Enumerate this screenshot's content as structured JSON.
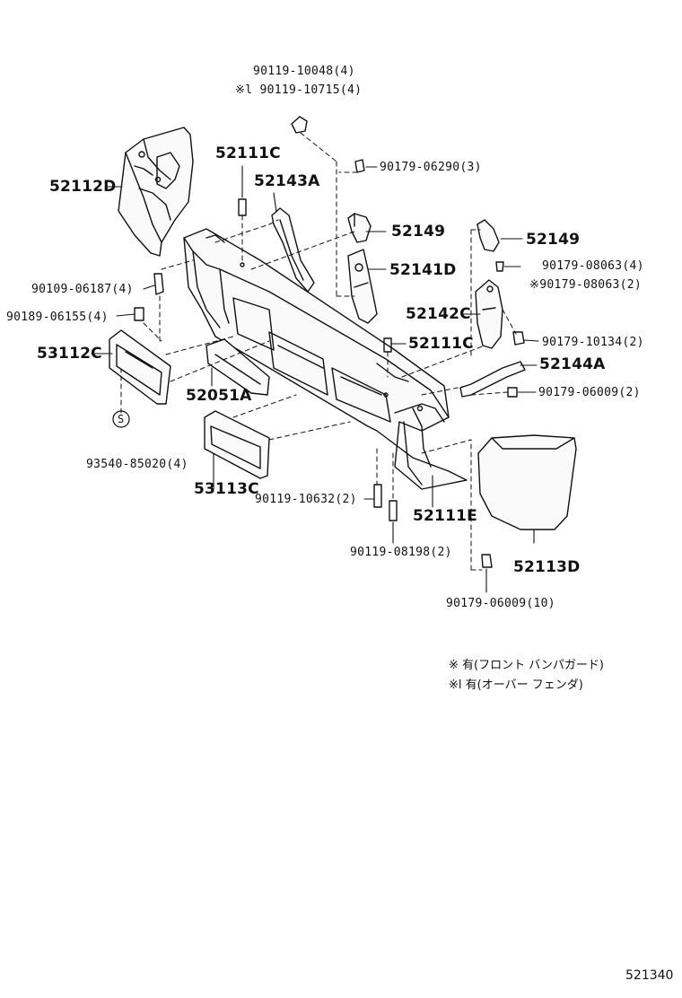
{
  "callouts": {
    "p_90119_10048": "90119-10048(4)",
    "p_90119_10715": "※l 90119-10715(4)",
    "p_90179_06290": "90179-06290(3)",
    "p_52111C_top": "52111C",
    "p_52143A": "52143A",
    "p_52112D": "52112D",
    "p_52149_a": "52149",
    "p_52149_b": "52149",
    "p_52141D": "52141D",
    "p_90179_08063a": "90179-08063(4)",
    "p_90179_08063b": "※90179-08063(2)",
    "p_90109_06187": "90109-06187(4)",
    "p_52142C": "52142C",
    "p_90189_06155": "90189-06155(4)",
    "p_52111C_mid": "52111C",
    "p_90179_10134": "90179-10134(2)",
    "p_53112C": "53112C",
    "p_52144A": "52144A",
    "p_90179_06009a": "90179-06009(2)",
    "p_52051A": "52051A",
    "p_s_mark": "S",
    "p_93540_85020": "93540-85020(4)",
    "p_53113C": "53113C",
    "p_90119_10632": "90119-10632(2)",
    "p_52111E": "52111E",
    "p_90119_08198": "90119-08198(2)",
    "p_52113D": "52113D",
    "p_90179_06009b": "90179-06009(10)"
  },
  "notes": {
    "line1": "※  有(フロント  バンパガード)",
    "line2": "※l 有(オーバー  フェンダ)"
  },
  "diagram_id": "521340"
}
